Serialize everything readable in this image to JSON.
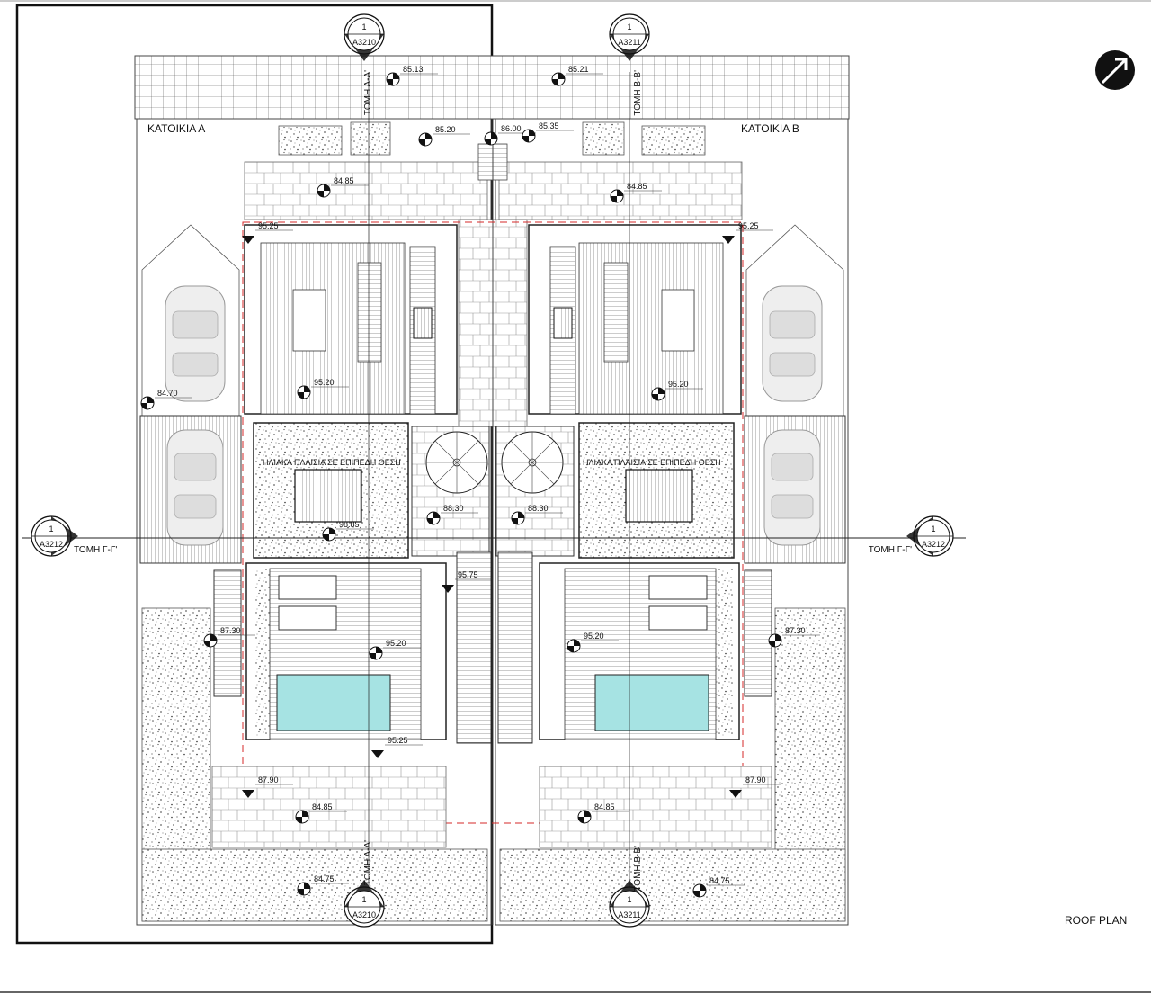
{
  "drawing": {
    "title": "ROOF PLAN",
    "house_a_label": "ΚΑΤΟΙΚΙΑ Α",
    "house_b_label": "ΚΑΤΟΙΚΙΑ Β",
    "solar_panels_a": "ΗΛΙΑΚΑ ΠΛΑΙΣΙΑ ΣΕ ΕΠΙΠΕΔΗ ΘΕΣΗ",
    "solar_panels_b": "ΗΛΙΑΚΑ ΠΛΑΙΣΙΑ ΣΕ ΕΠΙΠΕΔΗ ΘΕΣΗ",
    "colors": {
      "line": "#333333",
      "boundary": "#d62828",
      "pool": "#a6e3e3",
      "gravel": "#6b6b6b"
    }
  },
  "section_markers": [
    {
      "id": "A-A-top",
      "number": "1",
      "sheet": "A3210",
      "section_label": "ΤΟΜΗ Α-Α'"
    },
    {
      "id": "B-B-top",
      "number": "1",
      "sheet": "A3211",
      "section_label": "ΤΟΜΗ Β-Β'"
    },
    {
      "id": "G-G-left",
      "number": "1",
      "sheet": "A3212",
      "section_label": "ΤΟΜΗ Γ-Γ'"
    },
    {
      "id": "G-G-right",
      "number": "1",
      "sheet": "A3212",
      "section_label": "ΤΟΜΗ Γ-Γ'"
    },
    {
      "id": "A-A-bottom",
      "number": "1",
      "sheet": "A3210",
      "section_label": "ΤΟΜΗ Α-Α'"
    },
    {
      "id": "B-B-bottom",
      "number": "1",
      "sheet": "A3211",
      "section_label": "ΤΟΜΗ Β-Β'"
    }
  ],
  "elevations": [
    {
      "id": "e1",
      "value": "85.13"
    },
    {
      "id": "e2",
      "value": "85.21"
    },
    {
      "id": "e3",
      "value": "85.20"
    },
    {
      "id": "e4",
      "value": "86.00"
    },
    {
      "id": "e5",
      "value": "85.35"
    },
    {
      "id": "e6",
      "value": "84.85"
    },
    {
      "id": "e7",
      "value": "84.85"
    },
    {
      "id": "e8",
      "value": "95.25"
    },
    {
      "id": "e9",
      "value": "95.25"
    },
    {
      "id": "e10",
      "value": "95.20"
    },
    {
      "id": "e11",
      "value": "95.20"
    },
    {
      "id": "e12",
      "value": "84.70"
    },
    {
      "id": "e13",
      "value": "98.85"
    },
    {
      "id": "e14",
      "value": "88.30"
    },
    {
      "id": "e15",
      "value": "88.30"
    },
    {
      "id": "e16",
      "value": "95.75"
    },
    {
      "id": "e17",
      "value": "87.30"
    },
    {
      "id": "e18",
      "value": "87.30"
    },
    {
      "id": "e19",
      "value": "95.20"
    },
    {
      "id": "e20",
      "value": "95.20"
    },
    {
      "id": "e21",
      "value": "95.25"
    },
    {
      "id": "e22",
      "value": "87.90"
    },
    {
      "id": "e23",
      "value": "87.90"
    },
    {
      "id": "e24",
      "value": "84.85"
    },
    {
      "id": "e25",
      "value": "84.85"
    },
    {
      "id": "e26",
      "value": "84.75"
    },
    {
      "id": "e27",
      "value": "84.75"
    }
  ]
}
